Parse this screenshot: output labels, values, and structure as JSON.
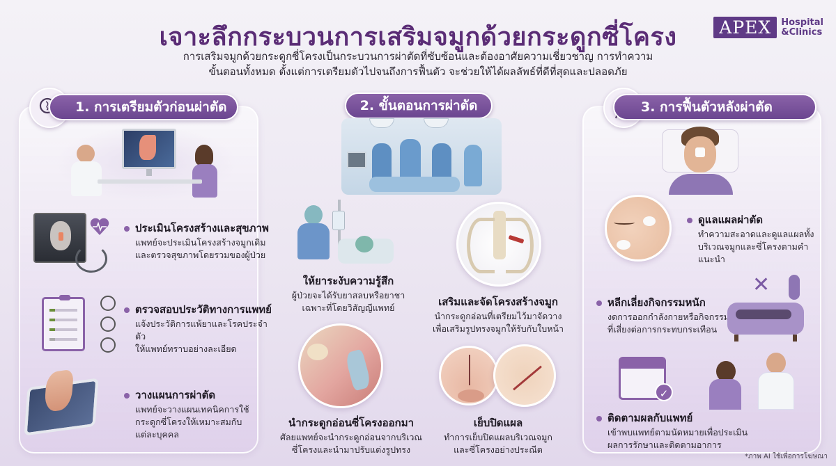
{
  "header": {
    "title": "เจาะลึกกระบวนการเสริมจมูกด้วยกระดูกซี่โครง",
    "subtitle_line1": "การเสริมจมูกด้วยกระดูกซี่โครงเป็นกระบวนการผ่าตัดที่ซับซ้อนและต้องอาศัยความเชี่ยวชาญ การทำความ",
    "subtitle_line2": "ขั้นตอนทั้งหมด ตั้งแต่การเตรียมตัวไปจนถึงการฟื้นตัว จะช่วยให้ได้ผลลัพธ์ที่ดีที่สุดและปลอดภัย"
  },
  "logo": {
    "brand": "APEX",
    "line1": "Hospital",
    "line2": "&Clinics",
    "color": "#5f3a86"
  },
  "colors": {
    "accent": "#6b4690",
    "title": "#5b2d76",
    "bullet": "#8a62a8"
  },
  "sections": [
    {
      "heading": "1. การเตรียมตัวก่อนผ่าตัด",
      "icon": "magnifier-face-icon",
      "items": [
        {
          "title": "ประเมินโครงสร้างและสุขภาพ",
          "desc1": "แพทย์จะประเมินโครงสร้างจมูกเดิม",
          "desc2": "และตรวจสุขภาพโดยรวมของผู้ป่วย",
          "icon": "face-scan-heart-stethoscope-icon"
        },
        {
          "title": "ตรวจสอบประวัติทางการแพทย์",
          "desc1": "แจ้งประวัติการแพ้ยาและโรคประจำตัว",
          "desc2": "ให้แพทย์ทราบอย่างละเอียด",
          "icon": "clipboard-checklist-icon"
        },
        {
          "title": "วางแผนการผ่าตัด",
          "desc1": "แพทย์จะวางแผนเทคนิคการใช้",
          "desc2": "กระดูกซี่โครงให้เหมาะสมกับ",
          "desc3": "แต่ละบุคคล",
          "icon": "tablet-nose-3d-icon"
        }
      ]
    },
    {
      "heading": "2. ขั้นตอนการผ่าตัด",
      "icon": "operating-room-icon",
      "items": [
        {
          "title": "ให้ยาระงับความรู้สึก",
          "desc1": "ผู้ป่วยจะได้รับยาสลบหรือยาชา",
          "desc2": "เฉพาะที่โดยวิสัญญีแพทย์",
          "icon": "anesthesia-icon"
        },
        {
          "title": "เสริมและจัดโครงสร้างจมูก",
          "desc1": "นำกระดูกอ่อนที่เตรียมไว้มาจัดวาง",
          "desc2": "เพื่อเสริมรูปทรงจมูกให้รับกับใบหน้า",
          "icon": "rib-cage-icon"
        },
        {
          "title": "นำกระดูกอ่อนซี่โครงออกมา",
          "desc1": "ศัลยแพทย์จะนำกระดูกอ่อนจากบริเวณ",
          "desc2": "ซี่โครงและนำมาปรับแต่งรูปทรง",
          "icon": "nose-cross-section-icon"
        },
        {
          "title": "เย็บปิดแผล",
          "desc1": "ทำการเย็บปิดแผลบริเวณจมูก",
          "desc2": "และซี่โครงอย่างประณีต",
          "icon": "sutures-icon"
        }
      ]
    },
    {
      "heading": "3. การฟื้นตัวหลังผ่าตัด",
      "icon": "woman-face-icon",
      "items": [
        {
          "title": "ดูแลแผลผ่าตัด",
          "desc1": "ทำความสะอาดและดูแลแผลทั้ง",
          "desc2": "บริเวณจมูกและซี่โครงตามคำแนะนำ",
          "icon": "wound-care-icon"
        },
        {
          "title": "หลีกเลี่ยงกิจกรรมหนัก",
          "desc1": "งดการออกกำลังกายหรือกิจกรรม",
          "desc2": "ที่เสี่ยงต่อการกระทบกระเทือน",
          "icon": "rest-on-sofa-icon"
        },
        {
          "title": "ติดตามผลกับแพทย์",
          "desc1": "เข้าพบแพทย์ตามนัดหมายเพื่อประเมิน",
          "desc2": "ผลการรักษาและติดตามอาการ",
          "icon": "calendar-doctor-icon"
        }
      ]
    }
  ],
  "footnote": "*ภาพ AI ใช้เพื่อการโฆษณา"
}
